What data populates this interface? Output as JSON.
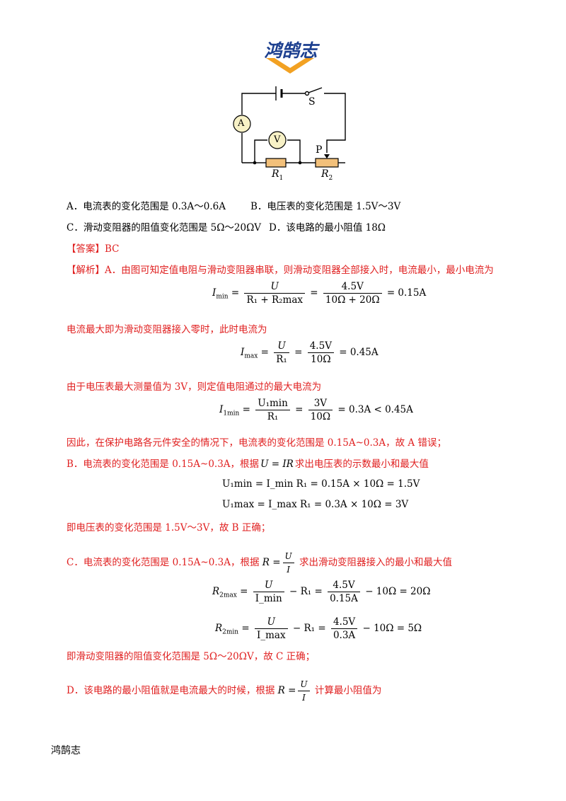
{
  "logo": {
    "text": "鸿鹄志",
    "colors": {
      "blue": "#1c3f8f",
      "orange": "#f2a122"
    }
  },
  "circuit": {
    "labels": {
      "ammeter": "A",
      "voltmeter": "V",
      "switch": "S",
      "slider": "P",
      "r1": "R",
      "r1_sub": "1",
      "r2": "R",
      "r2_sub": "2"
    }
  },
  "options": {
    "a": "A．电流表的变化范围是 0.3A～0.6A",
    "b": "B．电压表的变化范围是 1.5V～3V",
    "c": "C．滑动变阻器的阻值变化范围是 5Ω～20ΩV",
    "d": "D．该电路的最小阻值 18Ω"
  },
  "answer": "【答案】BC",
  "analysis": {
    "p1": "【解析】A．由图可知定值电阻与滑动变阻器串联，则滑动变阻器全部接入时，电流最小，最小电流为",
    "f1": {
      "lhs": "I",
      "lhs_sub": "min",
      "eq": "=",
      "n1": "U",
      "d1": "R₁ + R₂max",
      "n2": "4.5V",
      "d2": "10Ω + 20Ω",
      "rhs": "= 0.15A"
    },
    "p2": "电流最大即为滑动变阻器接入零时，此时电流为",
    "f2": {
      "lhs": "I",
      "lhs_sub": "max",
      "eq": "=",
      "n1": "U",
      "d1": "R₁",
      "n2": "4.5V",
      "d2": "10Ω",
      "rhs": "= 0.45A"
    },
    "p3": "由于电压表最大测量值为 3V，则定值电阻通过的最大电流为",
    "f3": {
      "lhs": "I",
      "lhs_sub": "1min",
      "eq": "=",
      "n1": "U₁min",
      "d1": "R₁",
      "n2": "3V",
      "d2": "10Ω",
      "rhs": "= 0.3A < 0.45A"
    },
    "p4": "因此，在保护电路各元件安全的情况下，电流表的变化范围是 0.15A~0.3A，故 A 错误；",
    "p5a": "B．电流表的变化范围是 0.15A~0.3A，根据",
    "p5eq": "U = IR",
    "p5b": "求出电压表的示数最小和最大值",
    "f4": "U₁min = I_min R₁ = 0.15A × 10Ω = 1.5V",
    "f5": "U₁max = I_max R₁ = 0.3A × 10Ω = 3V",
    "p6": "即电压表的变化范围是 1.5V～3V，故 B 正确；",
    "p7a": "C．电流表的变化范围是 0.15A~0.3A，根据",
    "p7b": "求出滑动变阻器接入的最小和最大值",
    "f6": {
      "lhs": "R",
      "lhs_sub": "2max",
      "n1": "U",
      "d1": "I_min",
      "mid": "− R₁ =",
      "n2": "4.5V",
      "d2": "0.15A",
      "rhs": "− 10Ω = 20Ω"
    },
    "f7": {
      "lhs": "R",
      "lhs_sub": "2min",
      "n1": "U",
      "d1": "I_max",
      "mid": "− R₁ =",
      "n2": "4.5V",
      "d2": "0.3A",
      "rhs": "− 10Ω = 5Ω"
    },
    "p8": "即滑动变阻器的阻值变化范围是 5Ω～20ΩV，故 C 正确；",
    "p9a": "D．该电路的最小阻值就是电流最大的时候，根据",
    "p9b": "计算最小阻值为",
    "rule_R": "R =",
    "rule_num": "U",
    "rule_den": "I"
  },
  "footer": "鸿鹄志"
}
